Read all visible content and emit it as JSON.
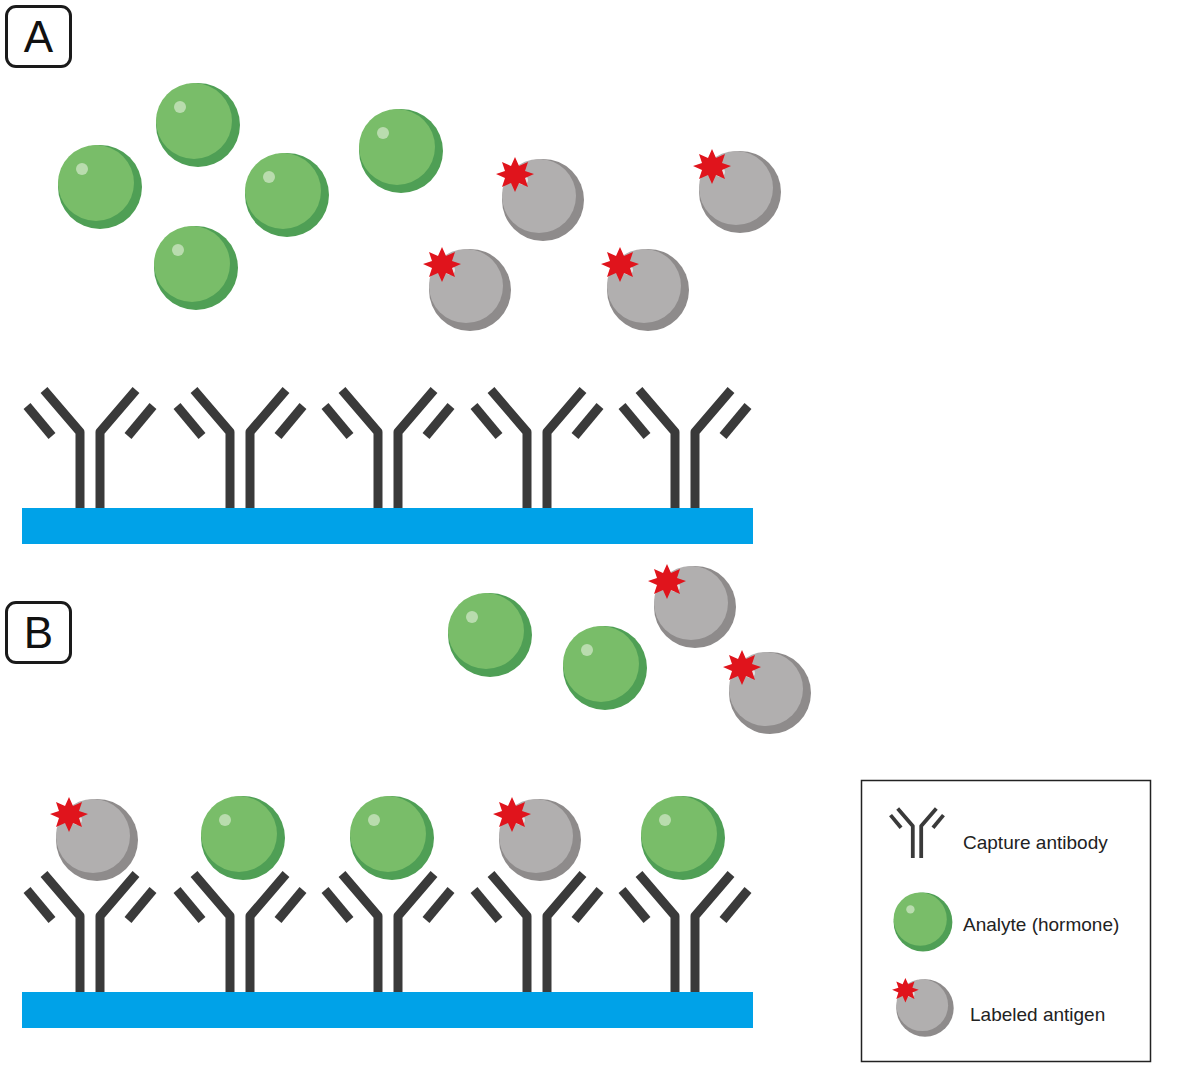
{
  "diagram": {
    "nodes": [
      {
        "text": [
          "A"
        ]
      },
      {
        "text": [
          "B"
        ]
      }
    ],
    "legend": [
      {
        "text": "Capture antibody"
      },
      {
        "text": "Analyte (hormone)"
      },
      {
        "text": "Labeled antigen"
      }
    ]
  }
}
